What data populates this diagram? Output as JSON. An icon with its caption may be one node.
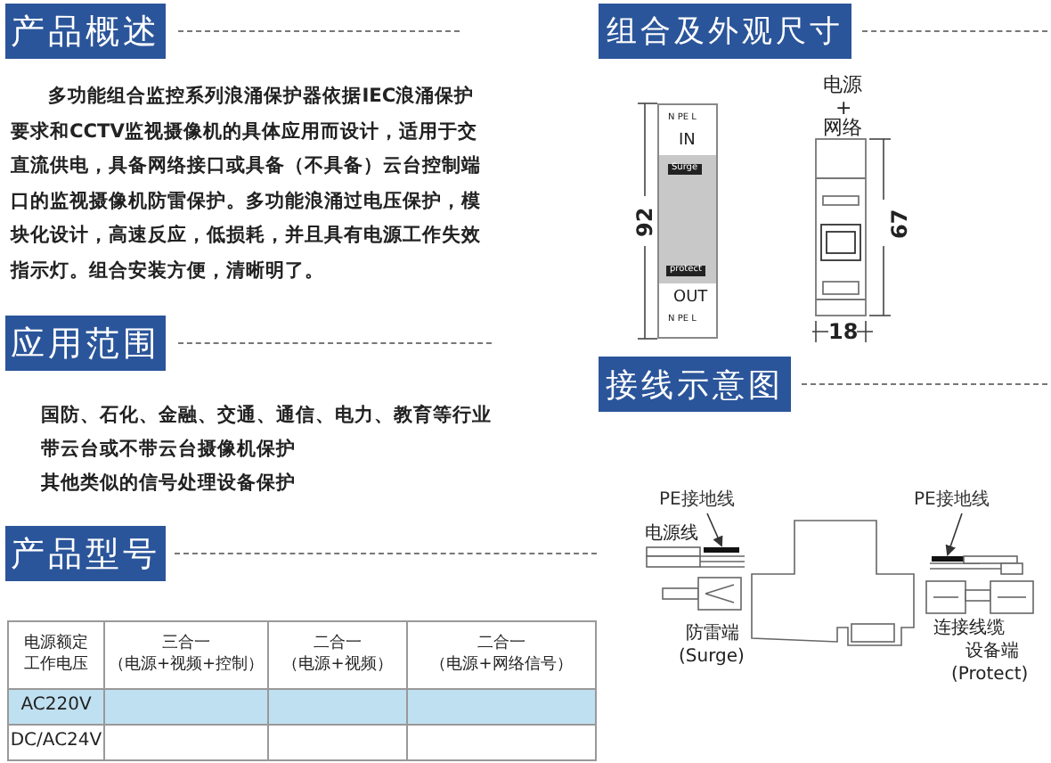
{
  "diagram": {
    "nodes": [
      {
        "text": [
          "产品概述"
        ]
      },
      {
        "text": [
          "组合及外观尺寸"
        ]
      },
      {
        "text": [
          "应用范围"
        ]
      },
      {
        "text": [
          "接线示意图"
        ]
      },
      {
        "text": [
          "产品型号"
        ]
      },
      {
        "text": [
          "PE接地线"
        ]
      },
      {
        "text": [
          "PE接地线"
        ]
      },
      {
        "text": [],
        "shape": "bar"
      },
      {
        "text": [],
        "shape": "bar"
      }
    ],
    "edges": [
      {
        "from": 5,
        "to": 7,
        "arrow": "to"
      },
      {
        "from": 6,
        "to": 8,
        "arrow": "to"
      }
    ],
    "labels": [
      "多功能组合监控系列浪涌保护器依据IEC浪涌保护要求和CCTV监视摄像机的具体应用而设计，适用于交直流供电，具备网络接口或具备（不具备）云台控制端口的监视摄像机防雷保护。多功能浪涌过电压保护，模块化设计，高速反应，低损耗，并且具有电源工作失效指示灯。组合安装方便，清晰明了。",
      "国防、石化、金融、交通、通信、电力、教育等行业",
      "带云台或不带云台摄像机保护",
      "其他类似的信号处理设备保护",
      "电源",
      "+",
      "网络",
      "N PE L",
      "IN",
      "Surge",
      "protect",
      "OUT",
      "N PE L",
      "92",
      "67",
      "18",
      "电源线",
      "防雷端",
      "(Surge)",
      "连接线缆",
      "设备端",
      "(Protect)",
      "电源额定工作电压",
      "三合一",
      "（电源+视频+控制）",
      "二合一",
      "（电源+视频）",
      "二合一",
      "（电源+网络信号）",
      "AC220V",
      "DC/AC24V"
    ]
  }
}
